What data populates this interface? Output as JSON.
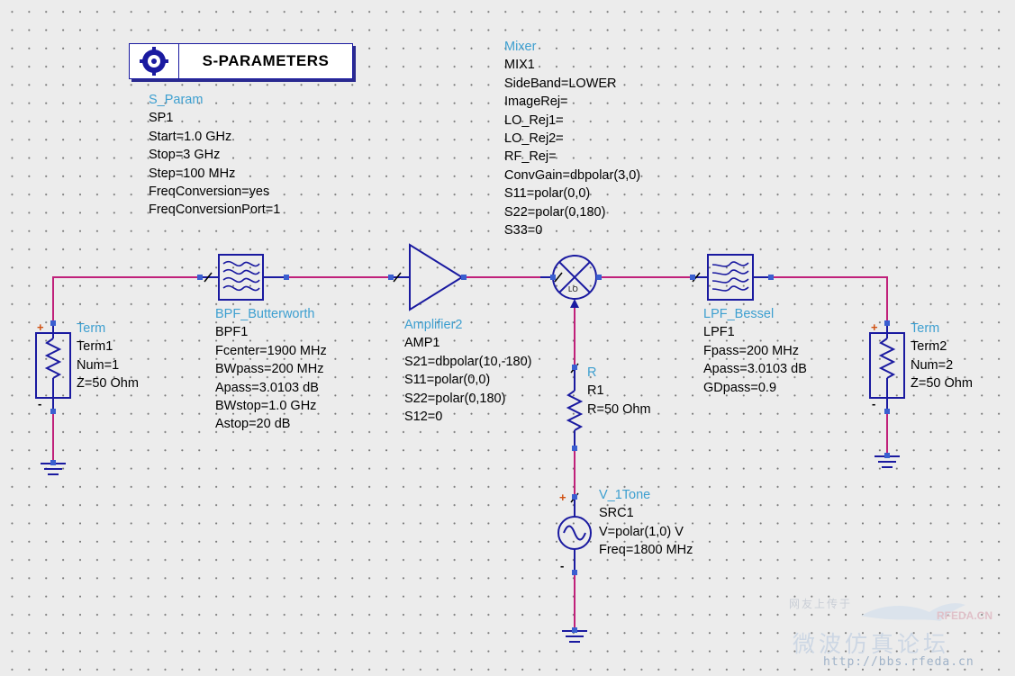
{
  "sparams": {
    "title": "S-PARAMETERS",
    "type_name": "S_Param",
    "params": [
      "SP1",
      "Start=1.0 GHz",
      "Stop=3 GHz",
      "Step=100 MHz",
      "FreqConversion=yes",
      "FreqConversionPort=1"
    ]
  },
  "term1": {
    "type_name": "Term",
    "params": [
      "Term1",
      "Num=1",
      "Z=50 Ohm"
    ]
  },
  "bpf": {
    "type_name": "BPF_Butterworth",
    "params": [
      "BPF1",
      "Fcenter=1900 MHz",
      "BWpass=200 MHz",
      "Apass=3.0103 dB",
      "BWstop=1.0 GHz",
      "Astop=20 dB"
    ]
  },
  "amp": {
    "type_name": "Amplifier2",
    "params": [
      "AMP1",
      "S21=dbpolar(10,-180)",
      "S11=polar(0,0)",
      "S22=polar(0,180)",
      "S12=0"
    ]
  },
  "mixer": {
    "type_name": "Mixer",
    "lo_label": "LO",
    "params": [
      "MIX1",
      "SideBand=LOWER",
      "ImageRej=",
      "LO_Rej1=",
      "LO_Rej2=",
      "RF_Rej=",
      "ConvGain=dbpolar(3,0)",
      "S11=polar(0,0)",
      "S22=polar(0,180)",
      "S33=0"
    ]
  },
  "resistor": {
    "type_name": "R",
    "params": [
      "R1",
      "R=50 Ohm"
    ]
  },
  "source": {
    "type_name": "V_1Tone",
    "params": [
      "SRC1",
      "V=polar(1,0) V",
      "Freq=1800 MHz"
    ]
  },
  "lpf": {
    "type_name": "LPF_Bessel",
    "params": [
      "LPF1",
      "Fpass=200 MHz",
      "Apass=3.0103 dB",
      "GDpass=0.9"
    ]
  },
  "term2": {
    "type_name": "Term",
    "params": [
      "Term2",
      "Num=2",
      "Z=50 Ohm"
    ]
  },
  "pin_marks": {
    "plus": "+",
    "minus": "-"
  },
  "watermark": {
    "top_text": "网友上传于",
    "brand": "RFEDA.CN",
    "chinese": "微波仿真论坛",
    "url": "http://bbs.rfeda.cn"
  },
  "colors": {
    "wire": "#c0207a",
    "component": "#1a1aa0",
    "pin": "#3a5fd0",
    "label_name": "#3d9fd0",
    "label_param": "#000000",
    "background": "#ececec"
  }
}
